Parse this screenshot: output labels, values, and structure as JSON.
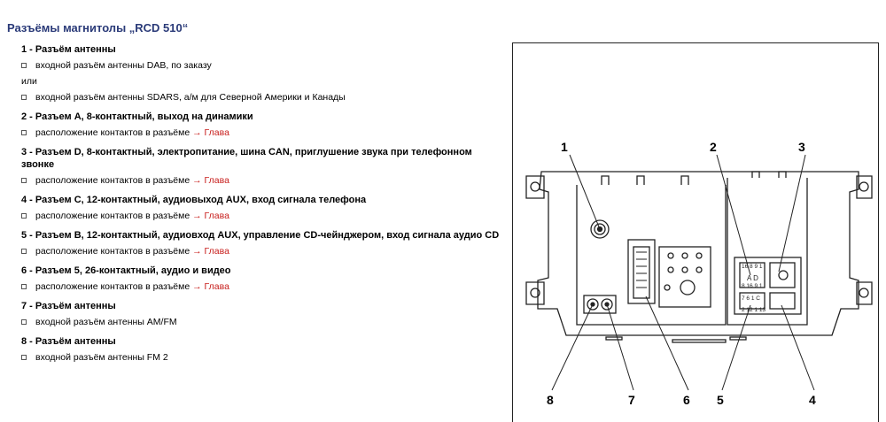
{
  "title": "Разъёмы магнитолы „RCD 510“",
  "items": [
    {
      "heading": "1 - Разъём антенны",
      "lines": [
        {
          "type": "bullet",
          "text": "входной разъём антенны DAB, по заказу"
        },
        {
          "type": "plain",
          "text": "или"
        },
        {
          "type": "bullet",
          "text": "входной разъём антенны SDARS, а/м для Северной Америки и Канады"
        }
      ]
    },
    {
      "heading": "2 - Разъем A, 8-контактный, выход на динамики",
      "lines": [
        {
          "type": "bullet",
          "text": "расположение контактов в разъёме",
          "link": "→ Глава"
        }
      ]
    },
    {
      "heading": "3 - Разъем D, 8-контактный, электропитание, шина CAN, приглушение звука при телефонном звонке",
      "lines": [
        {
          "type": "bullet",
          "text": "расположение контактов в разъёме",
          "link": "→ Глава"
        }
      ]
    },
    {
      "heading": "4 - Разъем C, 12-контактный, аудиовыход AUX, вход сигнала телефона",
      "lines": [
        {
          "type": "bullet",
          "text": "расположение контактов в разъёме",
          "link": "→ Глава"
        }
      ]
    },
    {
      "heading": "5 - Разъем B, 12-контактный, аудиовход AUX, управление CD-чейнджером, вход сигнала аудио CD",
      "lines": [
        {
          "type": "bullet",
          "text": "расположение контактов в разъёме",
          "link": "→ Глава"
        }
      ]
    },
    {
      "heading": "6 - Разъем 5, 26-контактный, аудио и видео",
      "lines": [
        {
          "type": "bullet",
          "text": "расположение контактов в разъёме",
          "link": "→ Глава"
        }
      ]
    },
    {
      "heading": "7 - Разъём антенны",
      "lines": [
        {
          "type": "bullet",
          "text": "входной разъём антенны AM/FM"
        }
      ]
    },
    {
      "heading": "8 - Разъём антенны",
      "lines": [
        {
          "type": "bullet",
          "text": "входной разъём антенны FM 2"
        }
      ]
    }
  ],
  "figure": {
    "callouts": {
      "top": [
        "1",
        "2",
        "3"
      ],
      "bottom": [
        "8",
        "7",
        "6",
        "5",
        "4"
      ]
    },
    "connector_labels": {
      "upper": "16 8 9 1",
      "mid": "A  D",
      "low": "8 16 9 1",
      "row1": "7 6 1 C",
      "row2": "2 12 1 13"
    }
  },
  "colors": {
    "title": "#2a3a78",
    "link": "#c8201e"
  }
}
